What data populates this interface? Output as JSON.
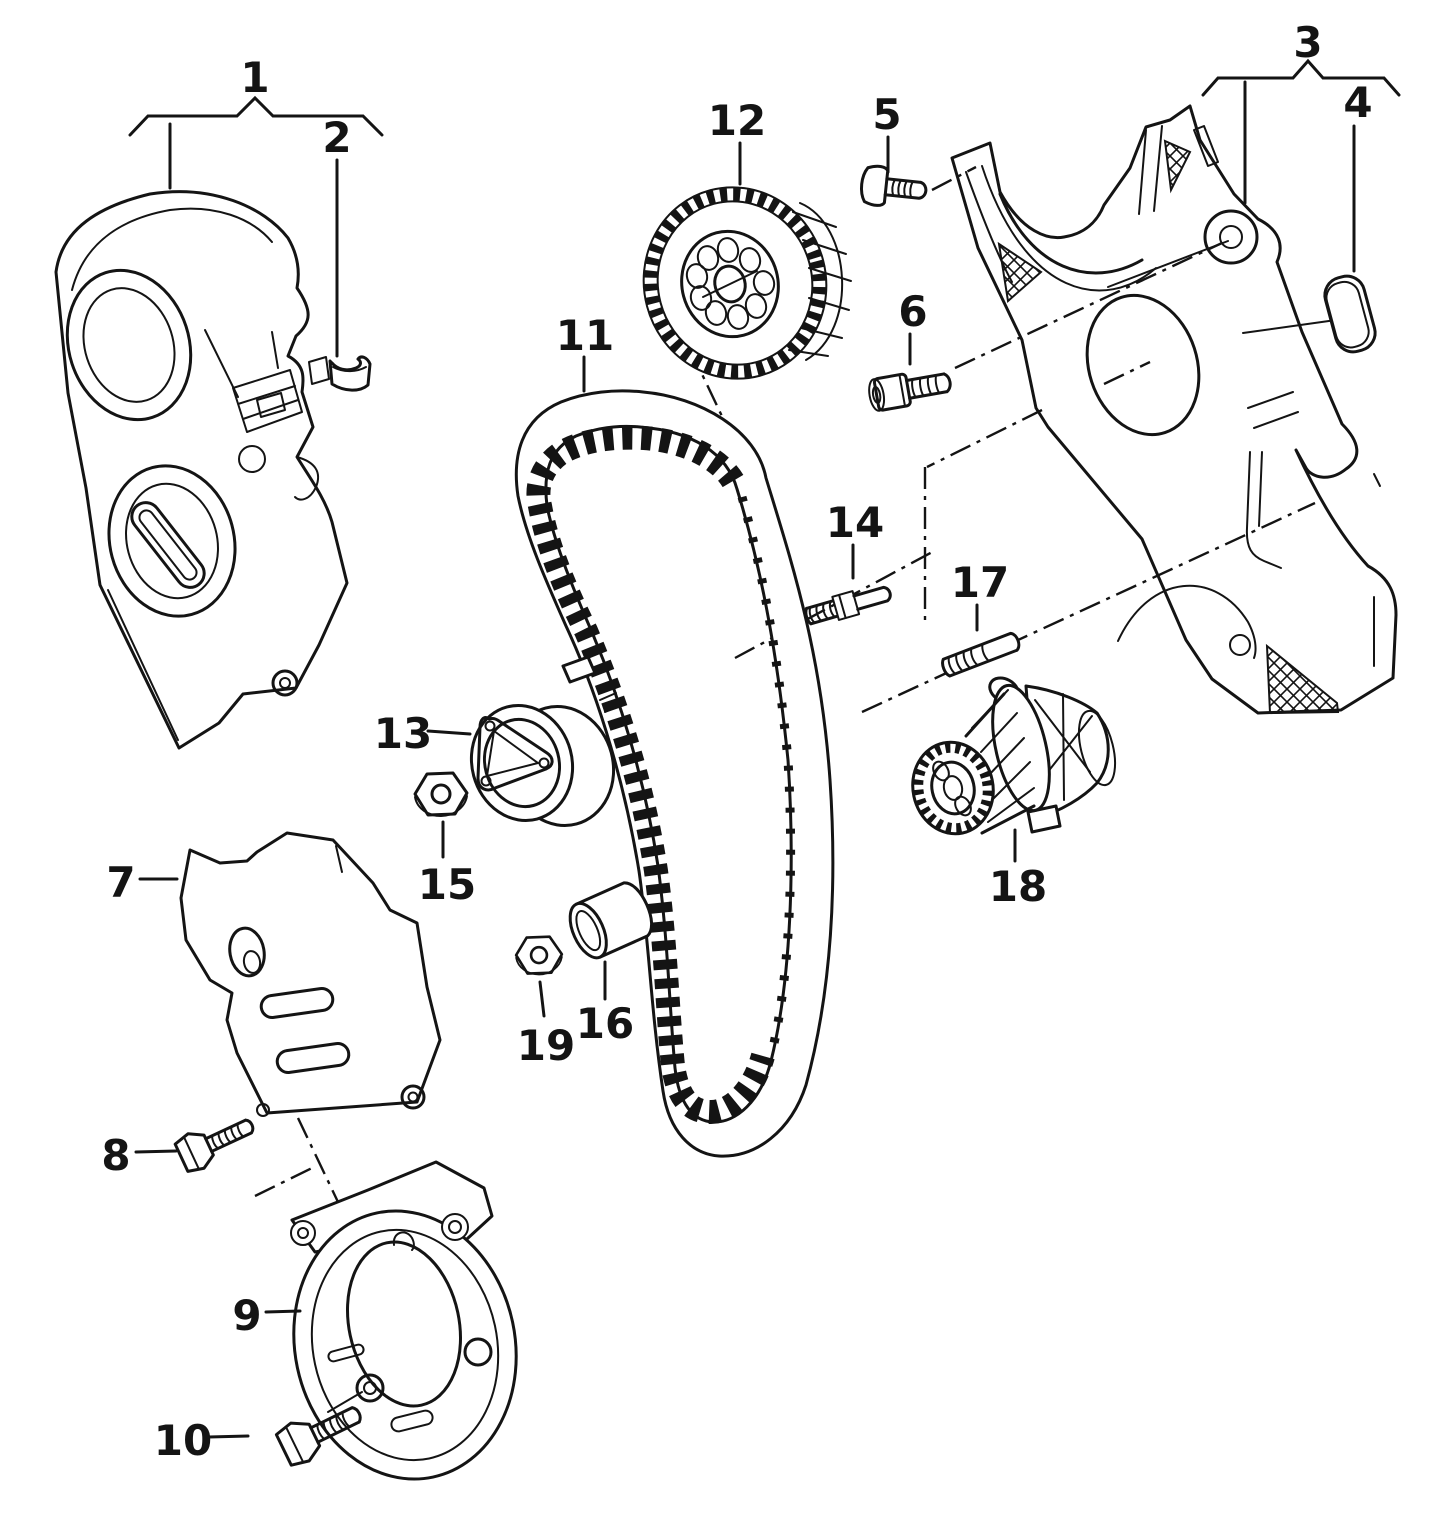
{
  "page": {
    "background": "#ffffff",
    "line_color": "#141414"
  },
  "callouts": {
    "c1": "1",
    "c2": "2",
    "c3": "3",
    "c4": "4",
    "c5": "5",
    "c6": "6",
    "c7": "7",
    "c8": "8",
    "c9": "9",
    "c10": "10",
    "c11": "11",
    "c12": "12",
    "c13": "13",
    "c14": "14",
    "c15": "15",
    "c16": "16",
    "c17": "17",
    "c18": "18",
    "c19": "19"
  }
}
